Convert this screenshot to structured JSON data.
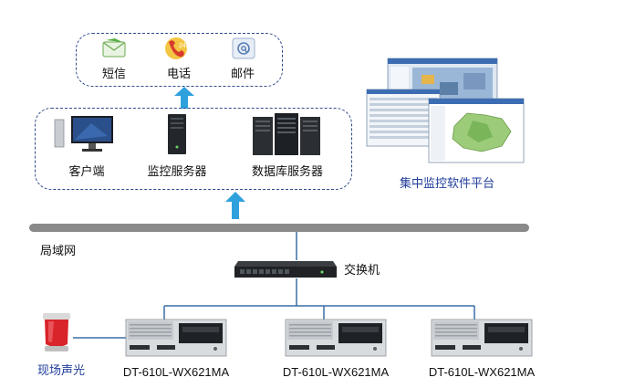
{
  "notify": {
    "sms_label": "短信",
    "phone_label": "电话",
    "email_label": "邮件",
    "phone_badge": "24/7"
  },
  "servers": {
    "client_label": "客户端",
    "monitor_server_label": "监控服务器",
    "db_server_label": "数据库服务器"
  },
  "platform": {
    "label": "集中监控软件平台"
  },
  "network": {
    "lan_label": "局域网",
    "switch_label": "交换机"
  },
  "field": {
    "alarm_label": "现场声光",
    "devices": [
      {
        "label": "DT-610L-WX621MA"
      },
      {
        "label": "DT-610L-WX621MA"
      },
      {
        "label": "DT-610L-WX621MA"
      }
    ]
  },
  "colors": {
    "arrow": "#2ea1dd",
    "box_border": "#2f4b8c",
    "line": "#3a6ea5",
    "bus": "#8a8a8a",
    "label_blue": "#1f3c9a"
  }
}
